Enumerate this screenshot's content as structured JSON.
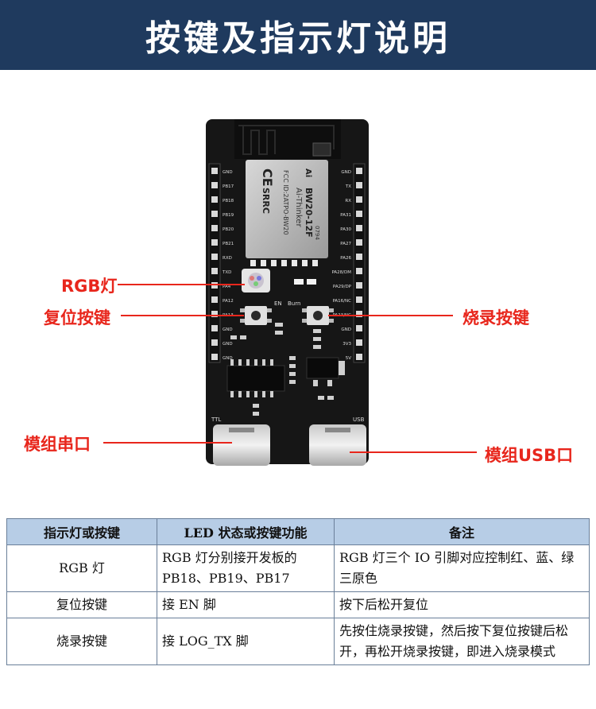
{
  "header": {
    "title": "按键及指示灯说明"
  },
  "board": {
    "module_top": "BW20-12F",
    "module_brand": "Ai-Thinker",
    "module_fcc": "FCC ID:2ATPO-BW20",
    "module_code": "0794",
    "ce_mark": "CE",
    "srrc_mark": "SRRC",
    "ai_logo": "Ai",
    "left_pins": [
      "GND",
      "PB17",
      "PB18",
      "PB19",
      "PB20",
      "PB21",
      "RXD",
      "TXD",
      "PA4",
      "PA12",
      "PA13",
      "GND",
      "GND",
      "GND"
    ],
    "right_pins": [
      "GND",
      "TX",
      "RX",
      "PA31",
      "PA30",
      "PA27",
      "PA26",
      "PA28/DM",
      "PA29/DP",
      "PA16/NC",
      "PA23/NC",
      "GND",
      "3V3",
      "5V"
    ],
    "label_en": "EN",
    "label_burn": "Burn",
    "label_ttl": "TTL",
    "label_usb": "USB"
  },
  "callouts": {
    "rgb": "RGB灯",
    "reset": "复位按键",
    "burn": "烧录按键",
    "uart": "模组串口",
    "usb": "模组USB口"
  },
  "colors": {
    "banner": "#1f3a5e",
    "callout": "#e8261c",
    "table_header": "#b7cde6"
  },
  "table": {
    "headers": [
      "指示灯或按键",
      "LED 状态或按键功能",
      "备注"
    ],
    "rows": [
      [
        "RGB 灯",
        "RGB 灯分别接开发板的PB18、PB19、PB17",
        "RGB 灯三个 IO 引脚对应控制红、蓝、绿三原色"
      ],
      [
        "复位按键",
        "接 EN 脚",
        "按下后松开复位"
      ],
      [
        "烧录按键",
        "接 LOG_TX 脚",
        "先按住烧录按键，然后按下复位按键后松开，再松开烧录按键，即进入烧录模式"
      ]
    ]
  }
}
